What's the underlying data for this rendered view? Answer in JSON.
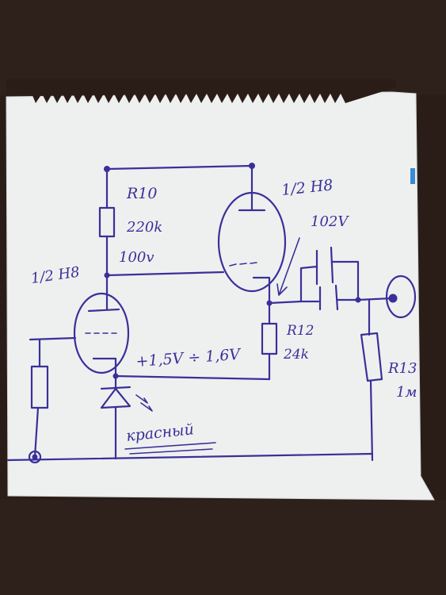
{
  "colors": {
    "ink": "#3b2f9a",
    "paper": "#eef0ef",
    "background": "#2a1d17"
  },
  "labels": {
    "r10_name": "R10",
    "r10_value": "220k",
    "anode_voltage_left": "100v",
    "tube_left": "1/2 H8",
    "tube_right": "1/2 H8",
    "anode_voltage_right": "102V",
    "r12_name": "R12",
    "r12_value": "24k",
    "cathode_voltage": "+1,5V ÷ 1,6V",
    "led_color": "красный",
    "r13_name": "R13",
    "r13_value": "1м"
  }
}
